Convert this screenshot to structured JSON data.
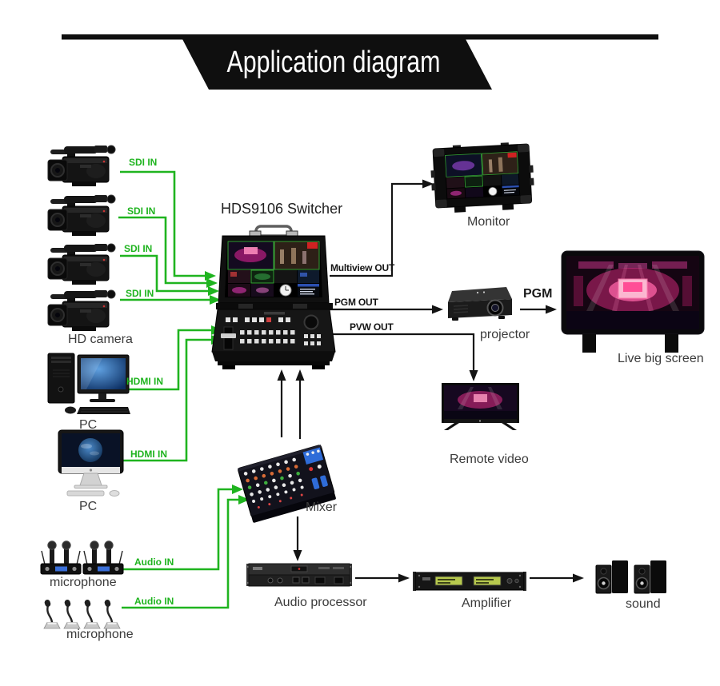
{
  "banner": {
    "title": "Application diagram"
  },
  "colors": {
    "input_line_green": "#1fb41f",
    "output_line_black": "#141414",
    "banner_black": "#0f0f0f",
    "label_gray": "#3b3b3b"
  },
  "switcher": {
    "title": "HDS9106 Switcher"
  },
  "device_labels": {
    "hd_camera": "HD camera",
    "pc_desktop": "PC",
    "pc_imac": "PC",
    "microphone_wireless": "microphone",
    "microphone_gooseneck": "microphone",
    "monitor": "Monitor",
    "projector": "projector",
    "live_big_screen": "Live big screen",
    "remote_video": "Remote video",
    "mixer": "Mixer",
    "audio_processor": "Audio processor",
    "amplifier": "Amplifier",
    "sound": "sound"
  },
  "connection_labels": {
    "sdi_in_1": "SDI IN",
    "sdi_in_2": "SDI IN",
    "sdi_in_3": "SDI IN",
    "sdi_in_4": "SDI IN",
    "hdmi_in_1": "HDMI IN",
    "hdmi_in_2": "HDMI IN",
    "audio_in_1": "Audio IN",
    "audio_in_2": "Audio IN",
    "multiview_out": "Multiview OUT",
    "pgm_out": "PGM OUT",
    "pvw_out": "PVW OUT",
    "pgm": "PGM"
  }
}
